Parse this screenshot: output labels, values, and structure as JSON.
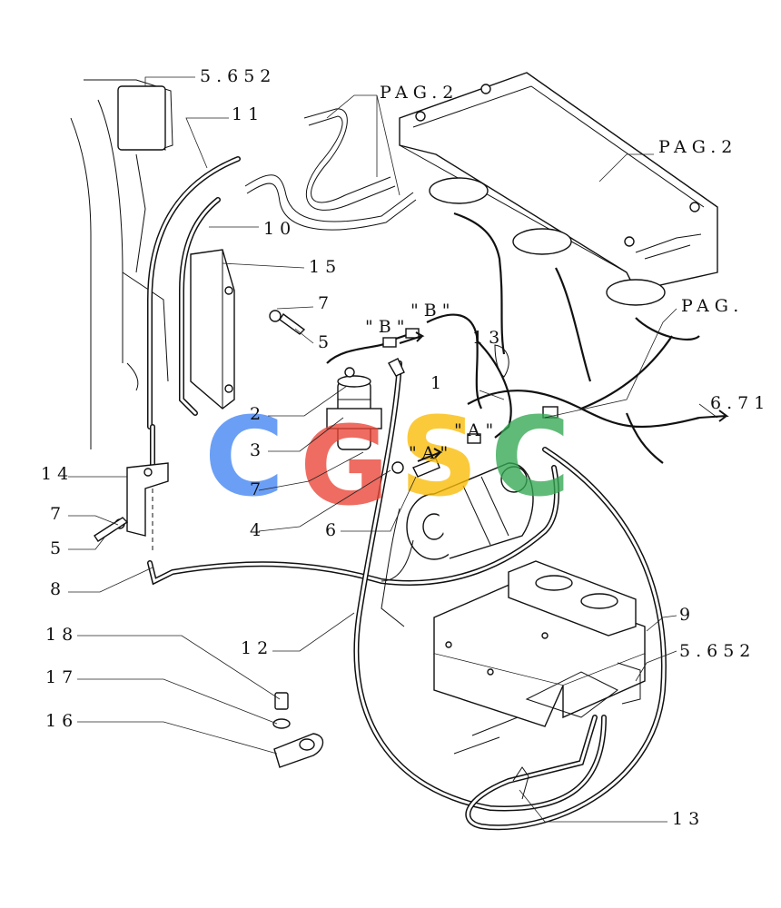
{
  "callouts": {
    "c5652_top": "5.652",
    "c11": "11",
    "pag2_a": "PAG.2",
    "pag2_b": "PAG.2",
    "c10": "10",
    "c15": "15",
    "c7a": "7",
    "c5a": "5",
    "c13a": "13",
    "pag_right": "PAG.",
    "bB1": "\"B\"",
    "bB2": "\"B\"",
    "c1": "1",
    "c671": "6.71",
    "c2": "2",
    "c3": "3",
    "c7b": "7",
    "c4": "4",
    "c6": "6",
    "aA1": "\"A\"",
    "aA2": "\"A\"",
    "c14": "14",
    "c7c": "7",
    "c5b": "5",
    "c8": "8",
    "c9": "9",
    "c5652_right": "5.652",
    "c12": "12",
    "c18": "18",
    "c17": "17",
    "c16": "16",
    "c13b": "13"
  },
  "watermark": {
    "letters": [
      "C",
      "G",
      "S",
      "C"
    ],
    "colors": [
      "#4285F4",
      "#EA4335",
      "#FBBC05",
      "#34A853"
    ]
  }
}
